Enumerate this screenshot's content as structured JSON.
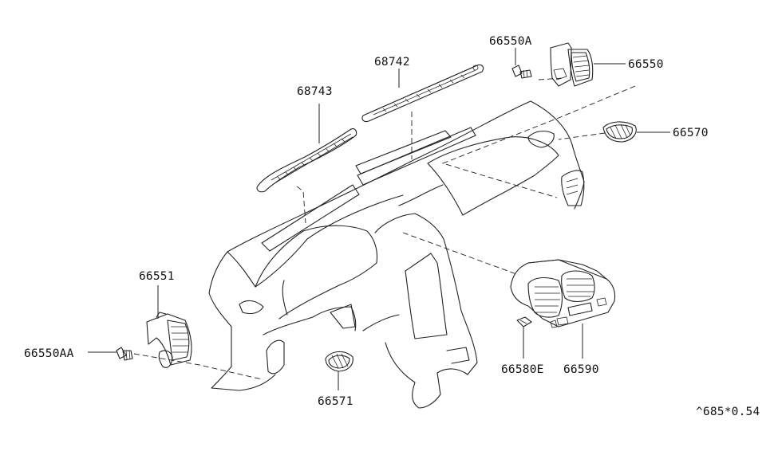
{
  "diagram": {
    "callouts": {
      "p68743": "68743",
      "p68742": "68742",
      "p66550A": "66550A",
      "p66550": "66550",
      "p66570": "66570",
      "p66551": "66551",
      "p66550AA": "66550AA",
      "p66571": "66571",
      "p66580E": "66580E",
      "p66590": "66590"
    },
    "reference_code": "^685*0.54"
  }
}
